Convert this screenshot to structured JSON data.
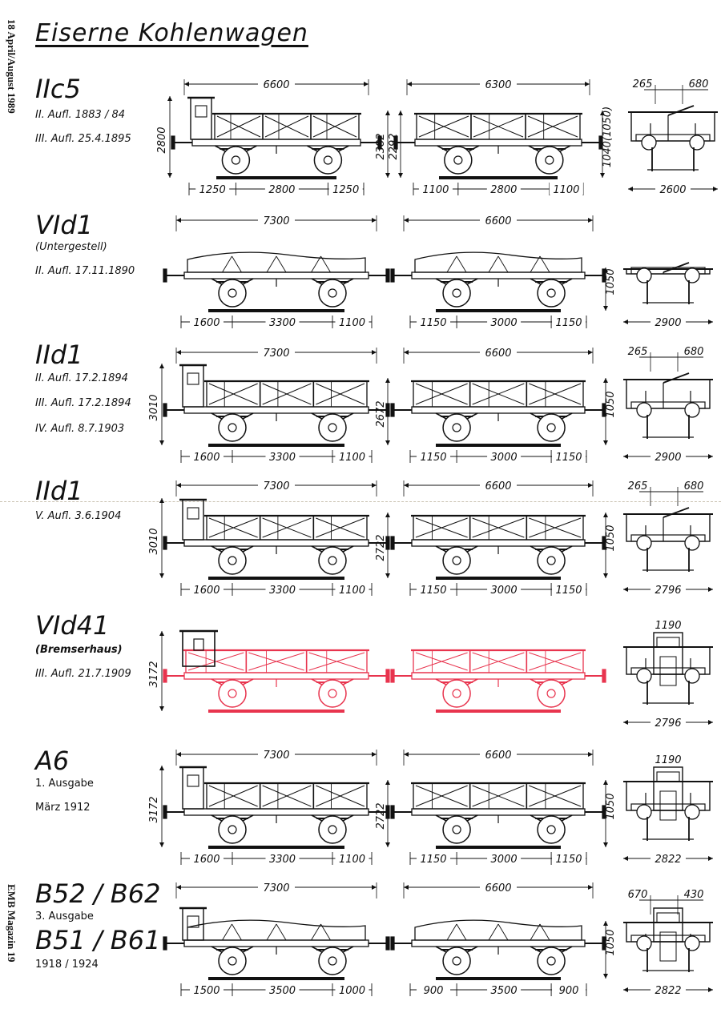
{
  "page": {
    "title": "Eiserne Kohlenwagen",
    "margin_top": "18   April/August 1989",
    "margin_bottom": "EMB Magazin   19"
  },
  "entries": [
    {
      "code": "IIc5",
      "info": [
        "II. Aufl. 1883 / 84",
        "III. Aufl. 25.4.1895"
      ],
      "dims": {
        "side1_length": "6600",
        "side1_height": "2800",
        "side1_axles": [
          "1250",
          "2800",
          "1250"
        ],
        "mid_heights": [
          "2382",
          "2292"
        ],
        "side2_length": "6300",
        "side2_height": "1040(1050)",
        "side2_axles": [
          "1100",
          "2800",
          "1100"
        ],
        "end_top": [
          "265",
          "680"
        ],
        "end_width": "2600"
      }
    },
    {
      "code": "VId1",
      "info": [
        "(Untergestell)",
        "II. Aufl. 17.11.1890"
      ],
      "dims": {
        "side1_length": "7300",
        "side1_axles": [
          "1600",
          "3300",
          "1100"
        ],
        "side2_length": "6600",
        "side2_height": "1050",
        "side2_axles": [
          "1150",
          "3000",
          "1150"
        ],
        "end_width": "2900"
      }
    },
    {
      "code": "IId1",
      "info": [
        "II. Aufl. 17.2.1894",
        "III. Aufl. 17.2.1894",
        "IV. Aufl. 8.7.1903"
      ],
      "dims": {
        "side1_length": "7300",
        "side1_height": "3010",
        "side1_axles": [
          "1600",
          "3300",
          "1100"
        ],
        "mid_heights": [
          "2672"
        ],
        "side2_length": "6600",
        "side2_height": "1050",
        "side2_axles": [
          "1150",
          "3000",
          "1150"
        ],
        "end_top": [
          "265",
          "680"
        ],
        "end_width": "2900"
      }
    },
    {
      "code": "IId1",
      "info": [
        "V. Aufl. 3.6.1904"
      ],
      "dims": {
        "side1_length": "7300",
        "side1_height": "3010",
        "side1_axles": [
          "1600",
          "3300",
          "1100"
        ],
        "mid_heights": [
          "2722"
        ],
        "side2_length": "6600",
        "side2_height": "1050",
        "side2_axles": [
          "1150",
          "3000",
          "1150"
        ],
        "end_top": [
          "265",
          "680"
        ],
        "end_width": "2796"
      }
    },
    {
      "code": "VId41",
      "info": [
        "(Bremserhaus)",
        "III. Aufl. 21.7.1909"
      ],
      "dims": {
        "side1_height": "3172",
        "end_top": [
          "1190"
        ],
        "end_width": "2796"
      }
    },
    {
      "code": "A6",
      "info": [
        "1. Ausgabe",
        "März 1912"
      ],
      "dims": {
        "side1_length": "7300",
        "side1_height": "3172",
        "side1_axles": [
          "1600",
          "3300",
          "1100"
        ],
        "mid_heights": [
          "2722"
        ],
        "side2_length": "6600",
        "side2_height": "1050",
        "side2_axles": [
          "1150",
          "3000",
          "1150"
        ],
        "end_top": [
          "1190"
        ],
        "end_width": "2822"
      }
    },
    {
      "code": "B52 / B62",
      "code2": "B51 / B61",
      "info": [
        "3. Ausgabe",
        "1918 / 1924"
      ],
      "dims": {
        "side1_length": "7300",
        "side1_axles": [
          "1500",
          "3500",
          "1000"
        ],
        "side2_length": "6600",
        "side2_height": "1050",
        "side2_axles": [
          "900",
          "3500",
          "900"
        ],
        "end_top": [
          "670",
          "430"
        ],
        "end_width": "2822"
      }
    }
  ],
  "colors": {
    "ink": "#111111",
    "accent": "#e8344e"
  }
}
